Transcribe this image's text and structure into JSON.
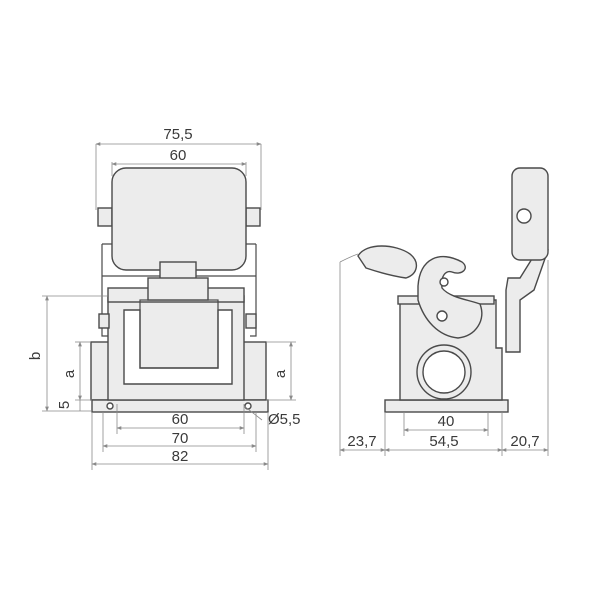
{
  "front_view": {
    "width_overall_top": "75,5",
    "width_cover": "60",
    "height_b": "b",
    "height_a_left": "a",
    "height_a_right": "a",
    "base_height": "5",
    "hole_spacing": "60",
    "base_inner": "70",
    "base_overall": "82",
    "hole_diameter": "Ø5,5"
  },
  "side_view": {
    "offset_left": "23,7",
    "base_length": "54,5",
    "offset_right": "20,7",
    "opening_width": "40"
  },
  "colors": {
    "line": "#4a4a4a",
    "fill": "#ececec",
    "dimension": "#8a8a8a"
  }
}
